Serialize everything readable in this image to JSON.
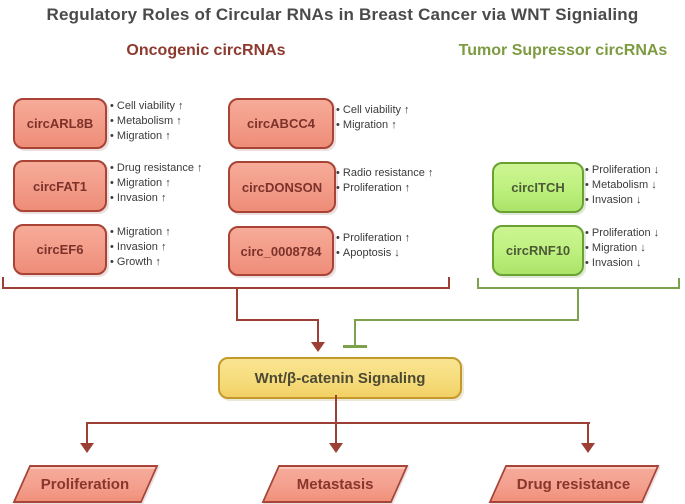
{
  "title": "Regulatory Roles of Circular RNAs in Breast Cancer via WNT Signialing",
  "headers": {
    "oncogenic": "Oncogenic circRNAs",
    "tumor_suppressor": "Tumor Supressor circRNAs"
  },
  "columns": {
    "left": [
      {
        "name": "circARL8B",
        "effects": [
          "Cell viability ↑",
          "Metabolism ↑",
          "Migration ↑"
        ]
      },
      {
        "name": "circFAT1",
        "effects": [
          "Drug resistance ↑",
          "Migration ↑",
          "Invasion ↑"
        ]
      },
      {
        "name": "circEF6",
        "effects": [
          "Migration ↑",
          "Invasion ↑",
          "Growth ↑"
        ]
      }
    ],
    "middle": [
      {
        "name": "circABCC4",
        "effects": [
          "Cell viability ↑",
          "Migration ↑"
        ]
      },
      {
        "name": "circDONSON",
        "effects": [
          "Radio resistance ↑",
          "Proliferation ↑"
        ]
      },
      {
        "name": "circ_0008784",
        "effects": [
          "Proliferation ↑",
          "Apoptosis ↓"
        ]
      }
    ],
    "right": [
      {
        "name": "circITCH",
        "effects": [
          "Proliferation ↓",
          "Metabolism ↓",
          "Invasion ↓"
        ]
      },
      {
        "name": "circRNF10",
        "effects": [
          "Proliferation ↓",
          "Migration ↓",
          "Invasion ↓"
        ]
      }
    ]
  },
  "signaling_node": "Wnt/β-catenin Signaling",
  "outcomes": [
    "Proliferation",
    "Metastasis",
    "Drug resistance"
  ],
  "colors": {
    "oncogenic_accent": "#8e3a2e",
    "suppressor_accent": "#7d9b40",
    "red_box_fill": "#f29b88",
    "red_box_border": "#a84335",
    "green_box_fill": "#bdf07e",
    "green_box_border": "#69a232",
    "yellow_box_fill": "#f6dc7d",
    "yellow_box_border": "#c3992b",
    "red_line": "#9c3f35",
    "green_line": "#7ea24c",
    "outcome_fill": "#f4a08f",
    "outcome_border": "#a94438",
    "title_text": "#4a4a4a",
    "bullet_text": "#3b3b3b"
  }
}
